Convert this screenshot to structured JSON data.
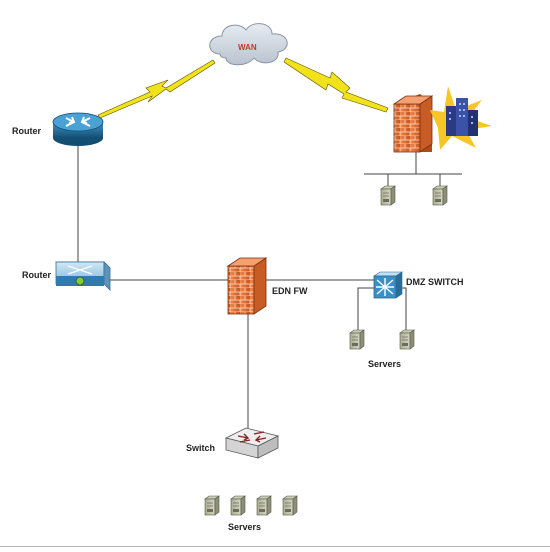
{
  "nodes": {
    "wan": {
      "label": "WAN",
      "icon": "cloud-icon"
    },
    "router_top": {
      "label": "Router",
      "icon": "router-icon"
    },
    "router_mid": {
      "label": "Router",
      "icon": "router-icon"
    },
    "remote_firewall": {
      "icon": "firewall-icon"
    },
    "remote_building": {
      "icon": "building-icon"
    },
    "edn_fw": {
      "label": "EDN FW",
      "icon": "firewall-icon"
    },
    "dmz_switch": {
      "label": "DMZ SWITCH",
      "icon": "switch-icon"
    },
    "dmz_servers": {
      "label": "Servers",
      "icon": "server-icon",
      "count": 2
    },
    "switch": {
      "label": "Switch",
      "icon": "switch-icon"
    },
    "servers": {
      "label": "Servers",
      "icon": "server-icon",
      "count": 4
    },
    "remote_servers": {
      "icon": "server-icon",
      "count": 2
    }
  },
  "colors": {
    "line": "#444444",
    "lightning": "#f2e21b",
    "firewall": "#e8733a",
    "router": "#1e6f9a",
    "wan_label": "#c0392b"
  }
}
